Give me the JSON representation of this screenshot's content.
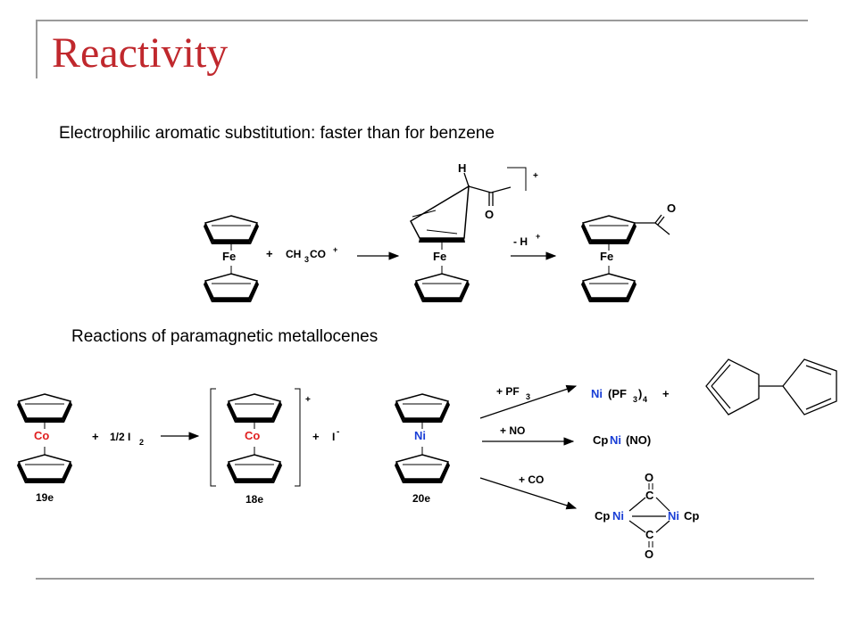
{
  "slide": {
    "title": "Reactivity",
    "caption_top": "Electrophilic aromatic substitution: faster than for benzene",
    "caption_bottom": "Reactions of paramagnetic metallocenes"
  },
  "colors": {
    "title": "#c0282d",
    "metal_red": "#e02020",
    "metal_blue": "#1a3fd6",
    "ink": "#000000"
  },
  "scheme_top": {
    "ferrocene_metal": "Fe",
    "reagent_plus": "+",
    "reagent_main": "CH",
    "reagent_sub": "3",
    "reagent_tail": "CO",
    "reagent_sup": "+",
    "intermediate_h": "H",
    "intermediate_o": "O",
    "intermediate_metal": "Fe",
    "intermediate_charge": "+",
    "step_arrow_main": "- H",
    "step_arrow_sup": "+",
    "product_o": "O",
    "product_metal": "Fe"
  },
  "scheme_bottom": {
    "cobaltocene_metal": "Co",
    "cobaltocene_electrons": "19e",
    "iodine_plus": "+",
    "iodine_main": "1/2 I",
    "iodine_sub": "2",
    "cobaltocenium_metal": "Co",
    "cobaltocenium_charge": "+",
    "cobaltocenium_electrons": "18e",
    "iodide_plus": "+",
    "iodide_main": "I",
    "iodide_sup": "-",
    "nickelocene_metal": "Ni",
    "nickelocene_electrons": "20e",
    "pf3_main": "+ PF",
    "pf3_sub": "3",
    "nipf3_metal": "Ni",
    "nipf3_ligand": "(PF",
    "nipf3_sub1": "3",
    "nipf3_close": ")",
    "nipf3_sub2": "4",
    "nipf3_plus": "+",
    "no_label": "+ NO",
    "cpnino_cp": "Cp",
    "cpnino_metal": "Ni",
    "cpnino_ligand": "(NO)",
    "co_label": "+ CO",
    "dimer_cp_left": "Cp",
    "dimer_ni_left": "Ni",
    "dimer_ni_right": "Ni",
    "dimer_cp_right": "Cp",
    "dimer_c_top": "C",
    "dimer_c_bottom": "C",
    "dimer_o_top": "O",
    "dimer_o_bottom": "O"
  }
}
